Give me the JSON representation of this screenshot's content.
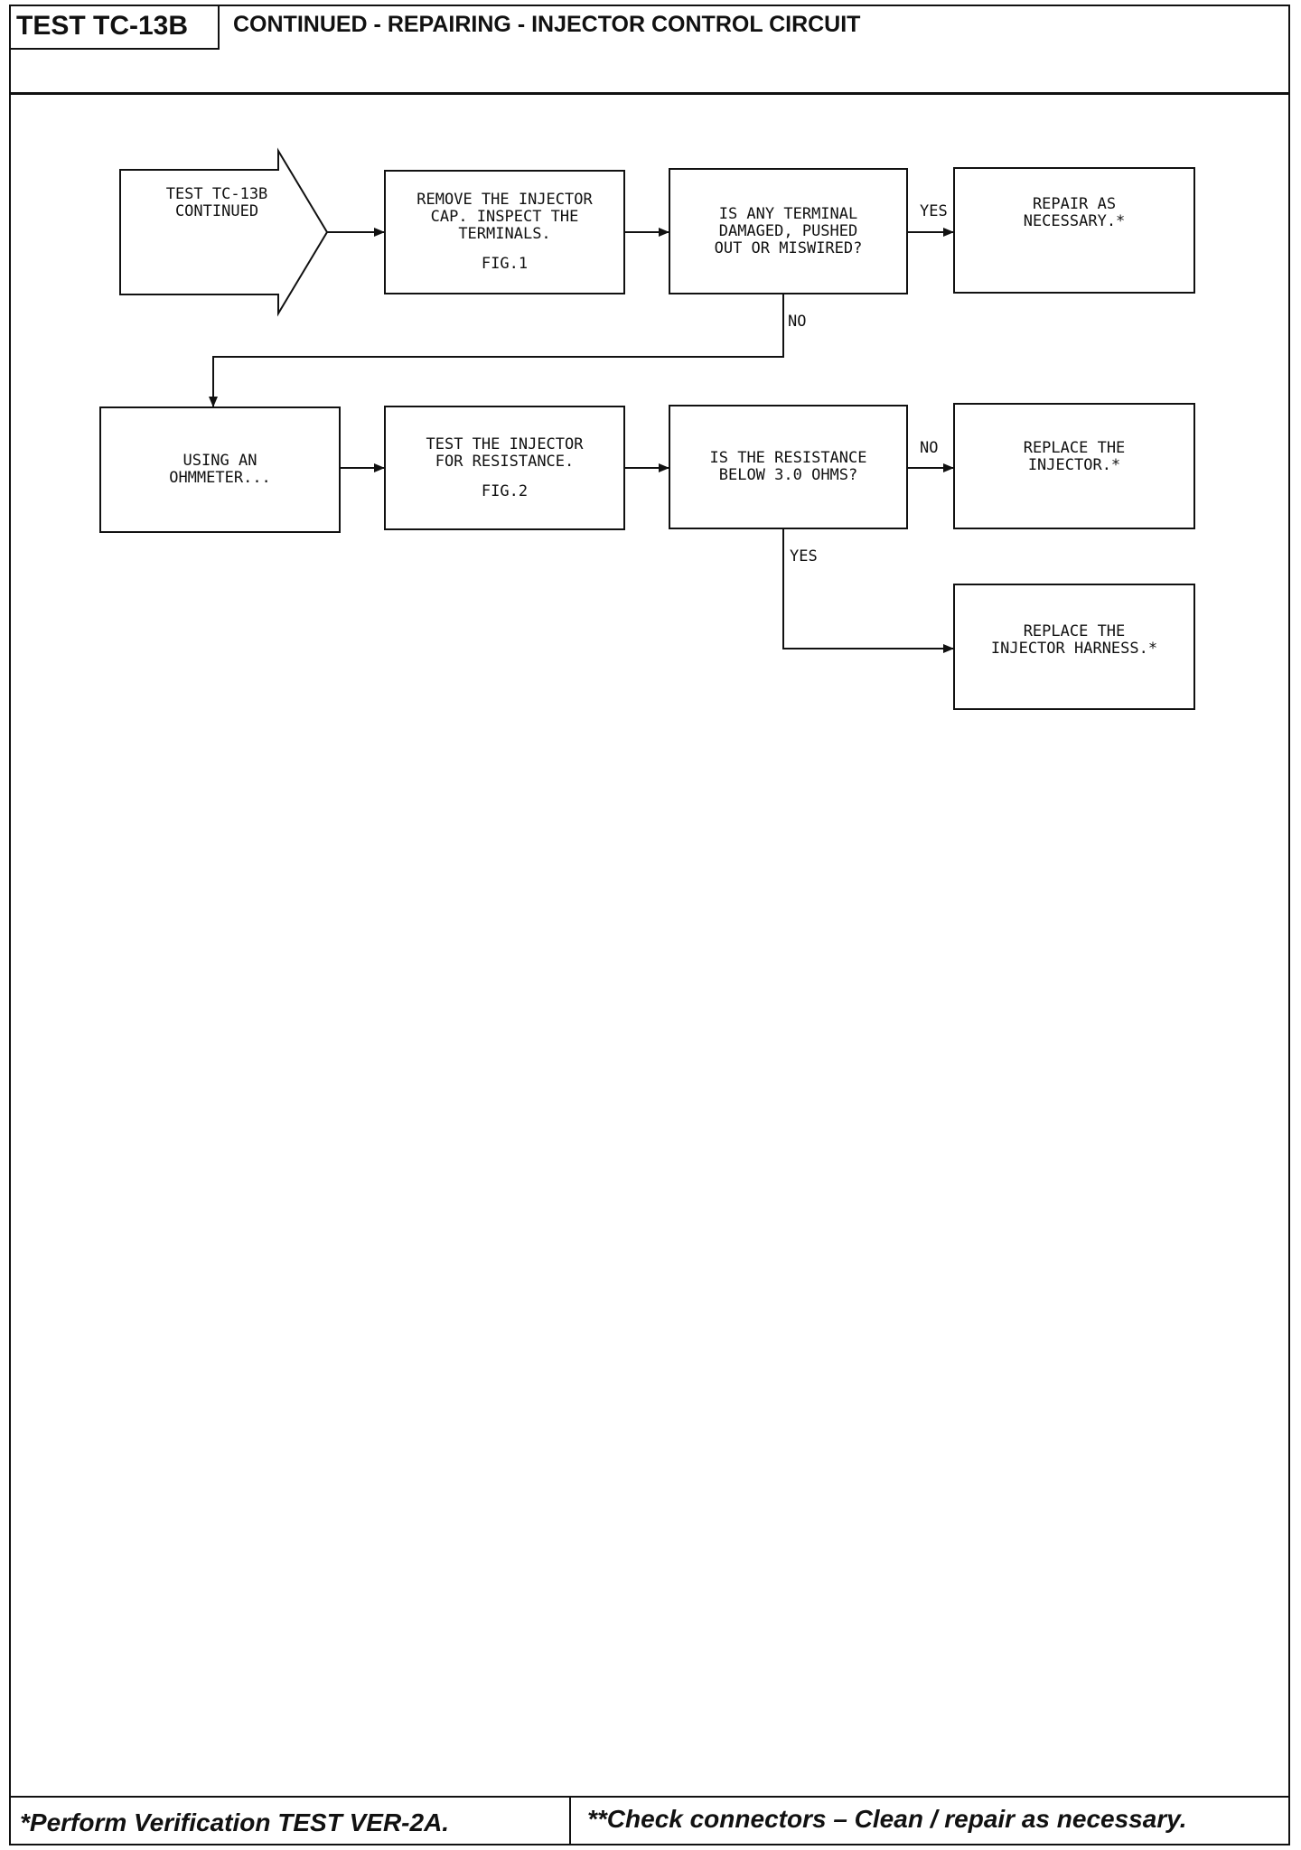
{
  "header": {
    "test_id": "TEST TC-13B",
    "title": "CONTINUED - REPAIRING - INJECTOR CONTROL CIRCUIT"
  },
  "flowchart": {
    "entry": "TEST TC-13B\nCONTINUED",
    "remove_cap": {
      "text": "REMOVE THE INJECTOR\nCAP. INSPECT THE\nTERMINALS.",
      "fig": "FIG.1"
    },
    "terminal_question": "IS ANY TERMINAL\nDAMAGED, PUSHED\nOUT OR MISWIRED?",
    "repair": "REPAIR AS\nNECESSARY.*",
    "ohmmeter": "USING AN\nOHMMETER...",
    "test_injector": {
      "text": "TEST THE INJECTOR\nFOR RESISTANCE.",
      "fig": "FIG.2"
    },
    "resistance_question": "IS THE RESISTANCE\nBELOW 3.0 OHMS?",
    "replace_injector": "REPLACE THE\nINJECTOR.*",
    "replace_harness": "REPLACE THE\nINJECTOR HARNESS.*",
    "labels": {
      "yes_1": "YES",
      "no_1": "NO",
      "no_2": "NO",
      "yes_2": "YES"
    }
  },
  "footer": {
    "left": "*Perform Verification TEST VER-2A.",
    "right": "**Check connectors – Clean / repair as necessary."
  }
}
